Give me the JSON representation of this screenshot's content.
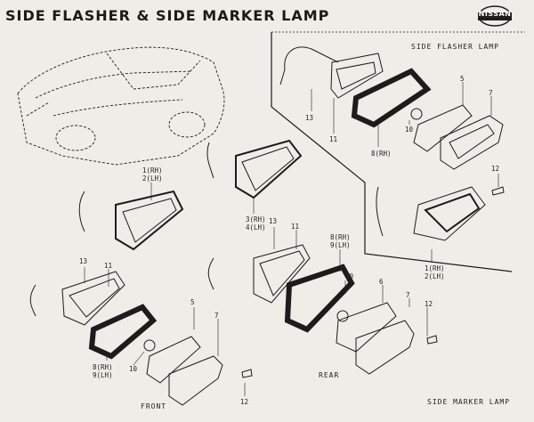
{
  "header": {
    "title": "SIDE FLASHER & SIDE MARKER LAMP",
    "logo_text": "NISSAN"
  },
  "sections": {
    "side_flasher": "SIDE FLASHER LAMP",
    "side_marker": "SIDE MARKER LAMP",
    "front": "FRONT",
    "rear": "REAR"
  },
  "callouts": {
    "c1": "13",
    "c2": "11",
    "c3": "5",
    "c4": "7",
    "c5": "10",
    "c6": "8(RH)",
    "c7": "12",
    "c8a": "1(RH)",
    "c8b": "2(LH)",
    "c9a": "1(RH)",
    "c9b": "2(LH)",
    "c10a": "3(RH)",
    "c10b": "4(LH)",
    "c11": "13",
    "c12": "11",
    "c13a": "8(RH)",
    "c13b": "9(LH)",
    "c14": "10",
    "c15": "6",
    "c16": "7",
    "c17": "12",
    "c18": "13",
    "c19": "11",
    "c20": "5",
    "c21": "7",
    "c22a": "8(RH)",
    "c22b": "9(LH)",
    "c23": "10",
    "c24": "12"
  },
  "colors": {
    "ink": "#1c1c1c",
    "paper": "#efede7"
  }
}
